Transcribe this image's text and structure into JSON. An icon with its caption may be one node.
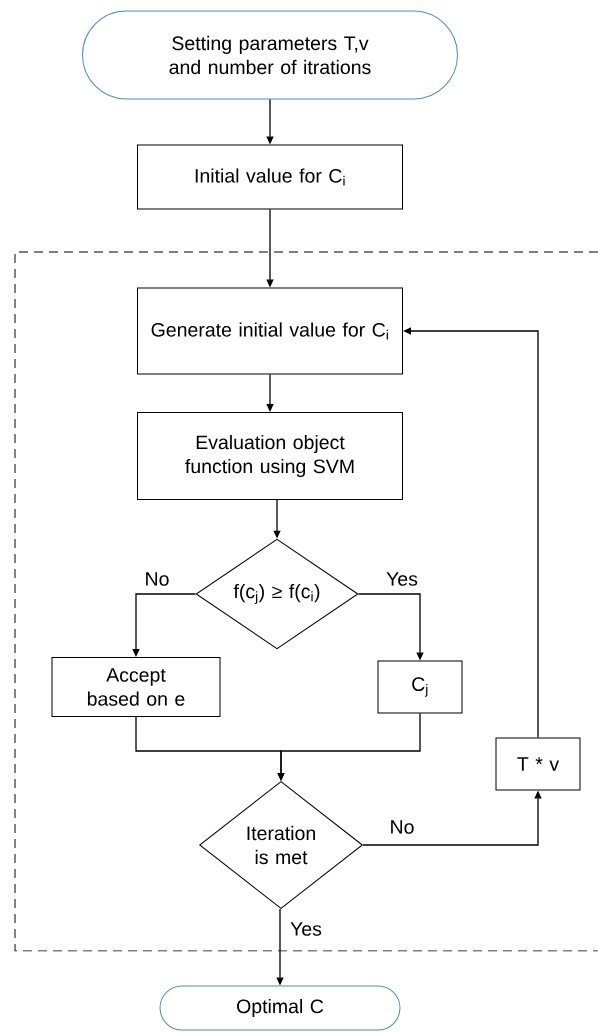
{
  "diagram": {
    "nodes": [
      {
        "text": [
          "Setting parameters T,v and number of itrations"
        ]
      },
      {
        "text": [
          "Initial value for C$_{i}$"
        ]
      },
      {
        "text": [
          "Generate initial value for C$_{i}$"
        ]
      },
      {
        "text": [
          "Evaluation object function using SVM"
        ]
      },
      {
        "text": [
          "f(c$_{j}$) ≥ f(c$_{i}$)"
        ]
      },
      {
        "text": [
          "Accept based on e"
        ]
      },
      {
        "text": [
          "C$_{j}$"
        ]
      },
      {
        "text": [
          "Iteration is met"
        ]
      },
      {
        "text": [
          "T * v"
        ]
      },
      {
        "text": [
          "Optimal C"
        ]
      }
    ],
    "edges": [
      {
        "from": 0,
        "to": 1,
        "arrow": "to"
      },
      {
        "from": 1,
        "to": 2,
        "arrow": "to"
      },
      {
        "from": 2,
        "to": 3,
        "arrow": "to"
      },
      {
        "from": 3,
        "to": 4,
        "arrow": "to"
      },
      {
        "from": 4,
        "to": 5,
        "arrow": "to",
        "label": "No"
      },
      {
        "from": 4,
        "to": 6,
        "arrow": "to",
        "label": "Yes"
      },
      {
        "from": 5,
        "to": 7,
        "arrow": "to"
      },
      {
        "from": 6,
        "to": 7,
        "arrow": "to"
      },
      {
        "from": 7,
        "to": 8,
        "arrow": "to",
        "label": "No"
      },
      {
        "from": 8,
        "to": 2,
        "arrow": "to"
      },
      {
        "from": 7,
        "to": 9,
        "arrow": "to",
        "label": "Yes"
      }
    ]
  }
}
